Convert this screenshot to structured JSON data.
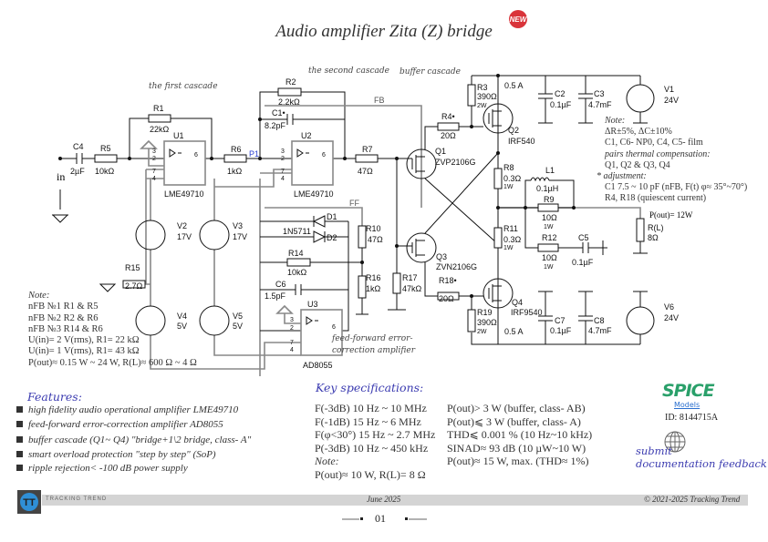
{
  "title": "Audio amplifier Zita (Z) bridge",
  "badge": "NEW",
  "sections": {
    "first": "the first cascade",
    "second": "the second cascade",
    "buffer": "buffer cascade"
  },
  "schematic": {
    "in": "in",
    "c4": [
      "C4",
      "2µF"
    ],
    "r5": [
      "R5",
      "10kΩ"
    ],
    "r1": [
      "R1",
      "22kΩ"
    ],
    "u1": [
      "U1",
      "LME49710"
    ],
    "r6": [
      "R6",
      "1kΩ"
    ],
    "p1": "P1",
    "r2": [
      "R2",
      "2.2kΩ"
    ],
    "c1": [
      "C1•",
      "8.2pF"
    ],
    "u2": [
      "U2",
      "LME49710"
    ],
    "r7": [
      "R7",
      "47Ω"
    ],
    "fb": "FB",
    "ff": "FF",
    "d1": "D1",
    "d2": "D2",
    "diode_model": "1N5711",
    "r14": [
      "R14",
      "10kΩ"
    ],
    "c6": [
      "C6",
      "1.5pF"
    ],
    "u3": [
      "U3",
      "AD8055"
    ],
    "r10": [
      "R10",
      "47Ω"
    ],
    "r16": [
      "R16",
      "1kΩ"
    ],
    "r17": [
      "R17",
      "47kΩ"
    ],
    "ff_note": [
      "feed-forward error-",
      "correction amplifier"
    ],
    "v2": [
      "V2",
      "17V"
    ],
    "v3": [
      "V3",
      "17V"
    ],
    "v4": [
      "V4",
      "5V"
    ],
    "v5": [
      "V5",
      "5V"
    ],
    "r15": [
      "R15",
      "2.7Ω"
    ],
    "q1": [
      "Q1",
      "ZVP2106G"
    ],
    "q2": [
      "Q2",
      "IRF540"
    ],
    "q3": [
      "Q3",
      "ZVN2106G"
    ],
    "q4": [
      "Q4",
      "IRF9540"
    ],
    "r3": [
      "R3",
      "390Ω",
      "2W"
    ],
    "r19": [
      "R19",
      "390Ω",
      "2W"
    ],
    "r4": [
      "R4•",
      "20Ω"
    ],
    "r18": [
      "R18•",
      "20Ω"
    ],
    "r8": [
      "R8",
      "0.3Ω",
      "1W"
    ],
    "r11": [
      "R11",
      "0.3Ω",
      "1W"
    ],
    "current": "0.5 A",
    "l1": [
      "L1",
      "0.1µH"
    ],
    "r9": [
      "R9",
      "10Ω",
      "1W"
    ],
    "r12": [
      "R12",
      "10Ω",
      "1W"
    ],
    "c5": [
      "C5",
      "0.1µF"
    ],
    "c2": [
      "C2",
      "0.1µF"
    ],
    "c3": [
      "C3",
      "4.7mF"
    ],
    "c7": [
      "C7",
      "0.1µF"
    ],
    "c8": [
      "C8",
      "4.7mF"
    ],
    "v1": [
      "V1",
      "24V"
    ],
    "v6": [
      "V6",
      "24V"
    ],
    "rl": [
      "P(out)= 12W",
      "R(L)",
      "8Ω"
    ],
    "pins": {
      "p2": "2",
      "p3": "3",
      "p4": "4",
      "p6": "6",
      "p7": "7"
    }
  },
  "note_left": {
    "title": "Note:",
    "lines": [
      "nFB №1 R1 & R5",
      "nFB №2 R2 & R6",
      "nFB №3 R14 & R6",
      "U(in)= 2 V(rms), R1= 22 kΩ",
      "U(in)= 1 V(rms), R1= 43 kΩ",
      "P(out)≈ 0.15 W ~ 24 W, R(L)≈ 600 Ω ~ 4 Ω"
    ]
  },
  "note_right": {
    "title": "Note:",
    "lines": [
      "ΔR±5%, ΔC±10%",
      "C1, C6- NP0, C4, C5- film",
      "pairs thermal compensation:",
      "Q1, Q2 & Q3, Q4",
      "* adjustment:",
      "C1 7.5 ~ 10 pF (nFB, F(t) φ≈ 35°~70°)",
      "R4, R18 (quiescent current)"
    ]
  },
  "features": {
    "title": "Features:",
    "items": [
      "high fidelity audio operational amplifier LME49710",
      "feed-forward error-correction amplifier  AD8055",
      "buffer cascade (Q1~ Q4) \"bridge+1\\2 bridge, class- A\"",
      "smart overload protection \"step by step\" (SoP)",
      "ripple rejection< -100 dB power supply"
    ]
  },
  "specs": {
    "title": "Key specifications:",
    "left": [
      "F(-3dB) 10 Hz ~ 10 MHz",
      "F(-1dB) 15 Hz ~ 6 MHz",
      "F(φ<30°) 15 Hz ~ 2.7 MHz",
      "P(-3dB) 10 Hz ~ 450 kHz",
      "Note:",
      "P(out)≈ 10 W, R(L)= 8 Ω"
    ],
    "right": [
      "P(out)> 3 W (buffer, class- AB)",
      "P(out)⩽ 3 W (buffer, class- A)",
      "THD⩽ 0.001 % (10 Hz~10 kHz)",
      "SINAD≈ 93 dB (10 µW~10 W)",
      "P(out)≈ 15 W, max. (THD≈ 1%)"
    ]
  },
  "spice": {
    "logo": "SPICE",
    "sub": "Models",
    "id": "ID: 8144715A"
  },
  "feedback": {
    "line1": "submit",
    "line2": "documentation feedback"
  },
  "footer": {
    "brand": "TRACKING TREND",
    "date": "June 2025",
    "copyright": "© 2021-2025 Tracking Trend",
    "page": "01"
  },
  "colors": {
    "accent": "#3b3bb0",
    "badge": "#d9343a",
    "spice_green": "#2aa06a",
    "spice_blue": "#2a6fcf",
    "footer_bar": "#d4d4d4"
  }
}
